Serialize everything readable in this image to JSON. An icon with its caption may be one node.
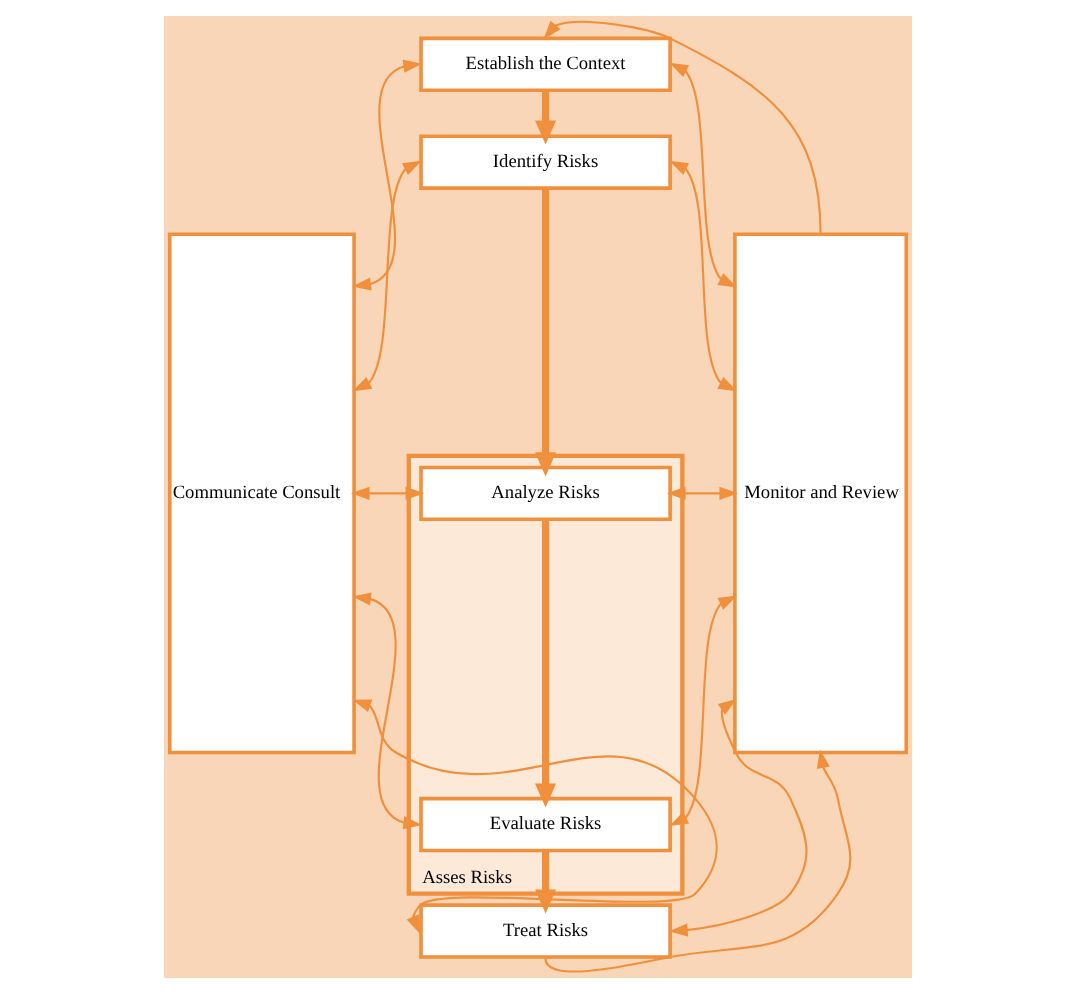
{
  "diagram": {
    "nodes": [
      {
        "text": [
          "Communicate Consult"
        ]
      },
      {
        "text": [
          "Establish the Context"
        ]
      },
      {
        "text": [
          "Identify Risks"
        ]
      },
      {
        "text": [
          "Asses Risks"
        ]
      },
      {
        "text": [
          "Analyze Risks"
        ],
        "in": 3
      },
      {
        "text": [
          "Evaluate Risks"
        ],
        "in": 3
      },
      {
        "text": [
          "Treat Risks"
        ]
      },
      {
        "text": [
          "Monitor and Review"
        ]
      }
    ],
    "edges": [
      {
        "from": 1,
        "to": 2,
        "arrow": "to",
        "style": "thick"
      },
      {
        "from": 2,
        "to": 4,
        "arrow": "to",
        "style": "thick"
      },
      {
        "from": 4,
        "to": 5,
        "arrow": "to",
        "style": "thick"
      },
      {
        "from": 5,
        "to": 6,
        "arrow": "to",
        "style": "thick"
      },
      {
        "from": 0,
        "to": 1,
        "arrow": "both"
      },
      {
        "from": 0,
        "to": 2,
        "arrow": "both"
      },
      {
        "from": 0,
        "to": 4,
        "arrow": "both"
      },
      {
        "from": 0,
        "to": 5,
        "arrow": "both"
      },
      {
        "from": 0,
        "to": 6,
        "arrow": "both"
      },
      {
        "from": 1,
        "to": 7,
        "arrow": "both"
      },
      {
        "from": 2,
        "to": 7,
        "arrow": "both"
      },
      {
        "from": 4,
        "to": 7,
        "arrow": "both"
      },
      {
        "from": 5,
        "to": 7,
        "arrow": "both"
      },
      {
        "from": 6,
        "to": 7,
        "arrow": "both"
      },
      {
        "from": 7,
        "to": 1,
        "arrow": "to"
      },
      {
        "from": 6,
        "to": 7,
        "arrow": "to"
      }
    ]
  }
}
